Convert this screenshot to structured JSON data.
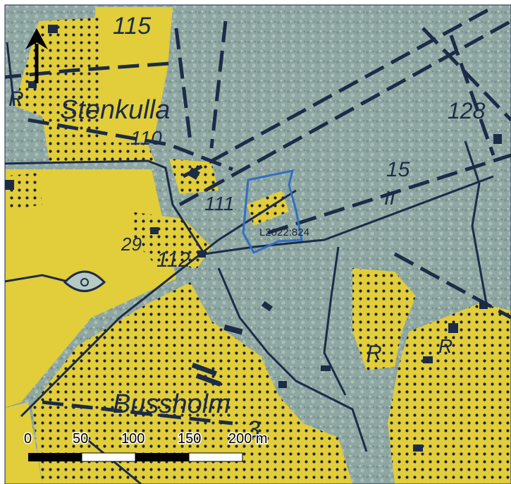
{
  "map": {
    "place_names": {
      "stenkulla": "Stenkulla",
      "bussholm": "Bussholm"
    },
    "parcel_numbers": {
      "p115": "115",
      "p110": "110",
      "p111": "111",
      "p29": "29",
      "p112": "112",
      "p128": "128",
      "p15": "15",
      "pII": "II",
      "p3": "3",
      "r1": "R",
      "r2": "R",
      "r3": "R"
    },
    "site_label": "L2022:824",
    "scale_bar": {
      "ticks": [
        "0",
        "50",
        "100",
        "150",
        "200 m"
      ]
    },
    "colors": {
      "forest": "#8fa7a2",
      "field": "#e2cd3a",
      "lines": "#1b2b48",
      "site_outline": "#2f6fc4",
      "scale_dark": "#000000",
      "scale_light": "#ffffff"
    },
    "north_arrow_icon": "north-arrow-icon"
  }
}
